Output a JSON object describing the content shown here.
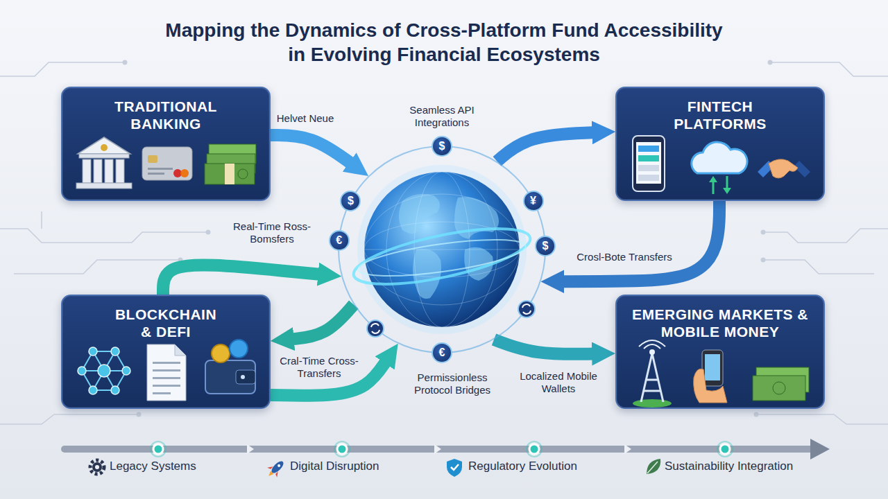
{
  "diagram": {
    "title": "Mapping the Dynamics of Cross-Platform Fund Accessibility in Evolving Financial Ecosystems",
    "nodes": [
      {
        "text": [
          "TRADITIONAL BANKING"
        ]
      },
      {
        "text": [
          "FINTECH PLATFORMS"
        ]
      },
      {
        "text": [
          "$",
          "$",
          "¥",
          "€",
          "$",
          "€"
        ]
      },
      {
        "text": [
          "BLOCKCHAIN & DEFI"
        ]
      },
      {
        "text": [
          "EMERGING MARKETS & MOBILE MONEY"
        ]
      }
    ],
    "edges": [
      {
        "from": 0,
        "to": 2,
        "label": "Helvet Neue",
        "arrow": "to"
      },
      {
        "from": 2,
        "to": 1,
        "label": "Seamless API Integrations",
        "arrow": "to"
      },
      {
        "from": 1,
        "to": 2,
        "label": "Crosl-Bote Transfers",
        "arrow": "to"
      },
      {
        "from": 3,
        "to": 2,
        "label": "Real-Time Ross- Bomsfers",
        "arrow": "to"
      },
      {
        "from": 2,
        "to": 3,
        "label": "Cral-Time Cross- Transfers",
        "arrow": "to"
      },
      {
        "from": 3,
        "to": 2,
        "label": "Permissionless Protocol Bridges",
        "arrow": "to"
      },
      {
        "from": 2,
        "to": 4,
        "label": "Localized Mobile Wallets",
        "arrow": "to"
      }
    ],
    "labels": [
      "Legacy Systems",
      "Digital Disruption",
      "Regulatory Evolution",
      "Sustainability Integration"
    ]
  }
}
